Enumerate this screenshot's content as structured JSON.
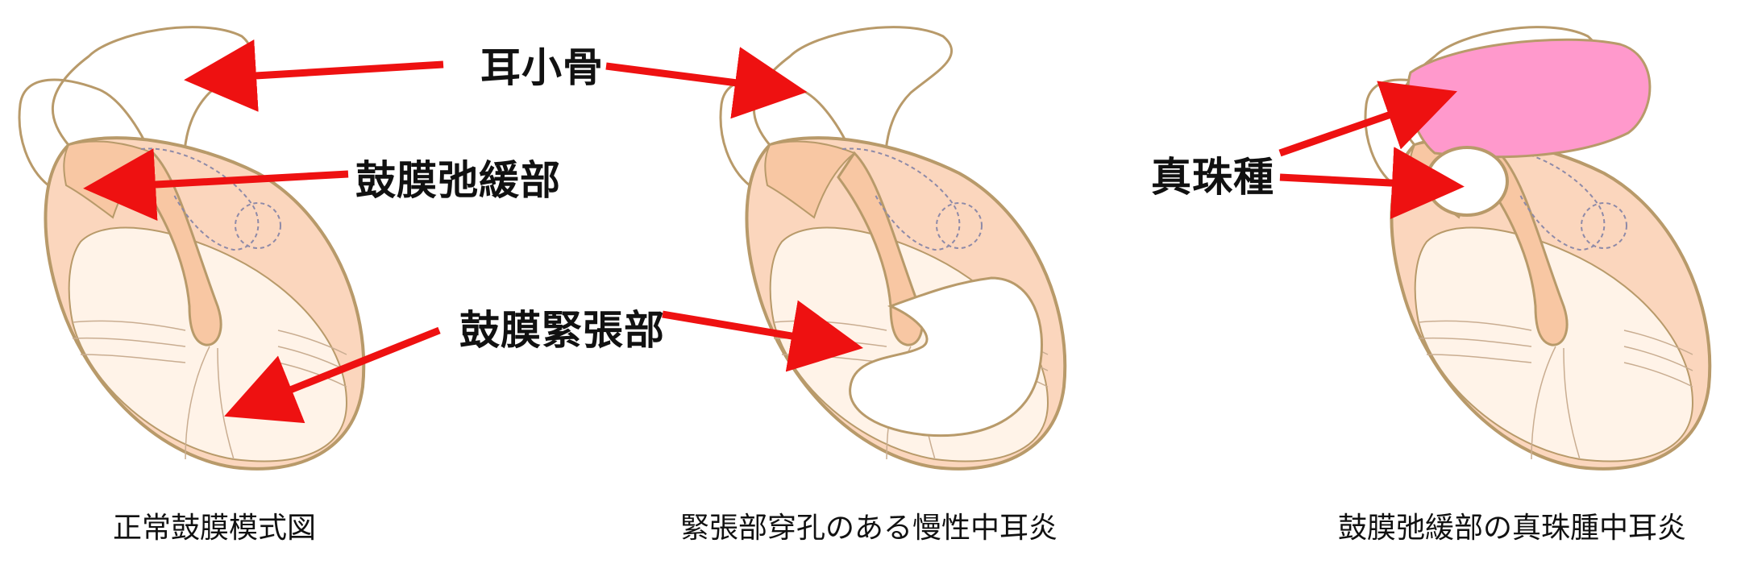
{
  "labels": {
    "ossicles": "耳小骨",
    "pars_flaccida": "鼓膜弛緩部",
    "pars_tensa": "鼓膜緊張部",
    "cholesteatoma": "真珠種"
  },
  "captions": {
    "normal": "正常鼓膜模式図",
    "perforation": "緊張部穿孔のある慢性中耳炎",
    "cholesteatoma": "鼓膜弛緩部の真珠腫中耳炎"
  },
  "colors": {
    "outline": "#b89a6a",
    "membrane_fill": "#fde8d8",
    "membrane_light": "#fff3e8",
    "flaccida_fill": "#fbd6bd",
    "arrow": "#ee1111",
    "cholesteatoma": "#ff99cc"
  }
}
